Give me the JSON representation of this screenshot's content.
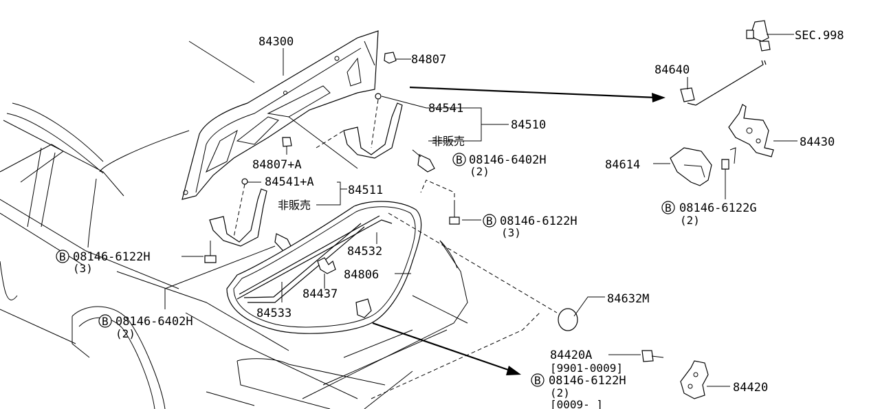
{
  "labels": {
    "l84300": "84300",
    "l84807": "84807",
    "l84807A": "84807+A",
    "l84541": "84541",
    "l84541A": "84541+A",
    "l84510": "84510",
    "l84511": "84511",
    "nosale1": "非販売",
    "nosale2": "非販売",
    "b1_code": "08146-6402H",
    "b1_qty": "(2)",
    "b2_code": "08146-6122H",
    "b2_qty": "(3)",
    "b3_code": "08146-6122H",
    "b3_qty": "(3)",
    "b4_code": "08146-6402H",
    "b4_qty": "(2)",
    "l84532": "84532",
    "l84806": "84806",
    "l84437": "84437",
    "l84533": "84533",
    "sec998": "SEC.998",
    "l84640": "84640",
    "l84430": "84430",
    "l84614": "84614",
    "b5_code": "08146-6122G",
    "b5_qty": "(2)",
    "l84632M": "84632M",
    "l84420A": "84420A",
    "range1": "[9901-0009]",
    "b6_code": "08146-6122H",
    "b6_qty": "(2)",
    "range2": "[0009-     ]",
    "l84420": "84420",
    "b_symbol": "B"
  }
}
